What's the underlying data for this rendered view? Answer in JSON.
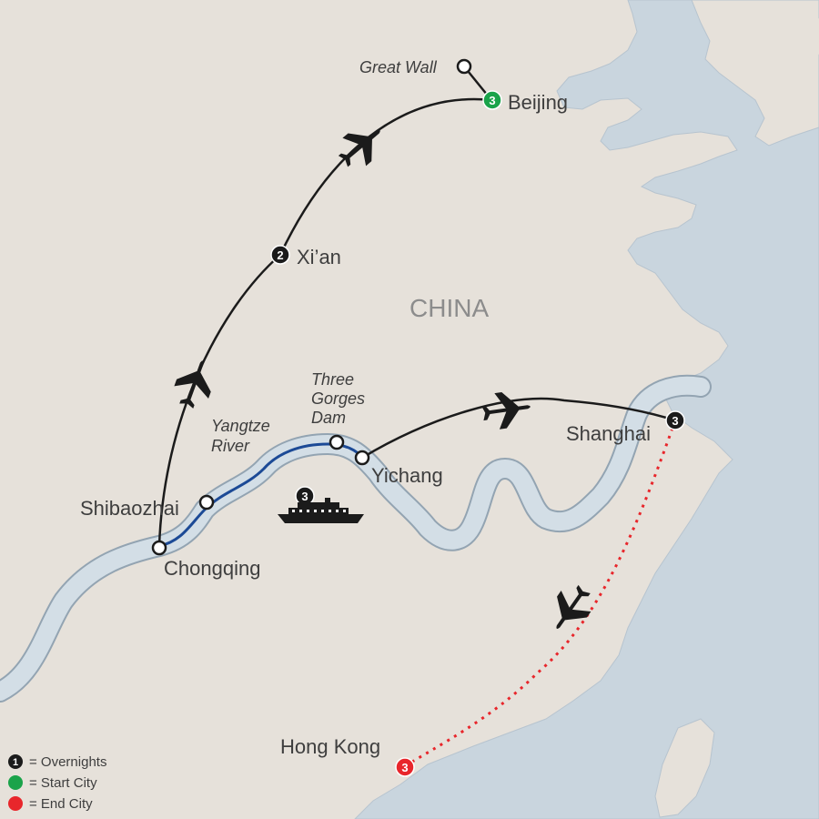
{
  "colors": {
    "land": "#e6e1da",
    "water": "#c9d5de",
    "river_fill": "#d3dee6",
    "river_edge": "#93a4b2",
    "route": "#1b1b1b",
    "cruise": "#1c4a96",
    "start": "#1aa34a",
    "end": "#e8262b",
    "overnight": "#1b1b1b"
  },
  "country": "CHINA",
  "cities": [
    {
      "id": "beijing",
      "label": "Beijing",
      "nights": "3",
      "kind": "start"
    },
    {
      "id": "xian",
      "label": "Xi’an",
      "nights": "2",
      "kind": "overnight"
    },
    {
      "id": "chongqing",
      "label": "Chongqing",
      "nights": "",
      "kind": "stop"
    },
    {
      "id": "shibaozhai",
      "label": "Shibaozhai",
      "nights": "",
      "kind": "stop"
    },
    {
      "id": "yichang",
      "label": "Yichang",
      "nights": "",
      "kind": "stop"
    },
    {
      "id": "shanghai",
      "label": "Shanghai",
      "nights": "3",
      "kind": "overnight"
    },
    {
      "id": "hongkong",
      "label": "Hong Kong",
      "nights": "3",
      "kind": "end"
    }
  ],
  "sites": {
    "great_wall": "Great Wall",
    "three_gorges_line1": "Three",
    "three_gorges_line2": "Gorges",
    "three_gorges_line3": "Dam",
    "yangtze_line1": "Yangtze",
    "yangtze_line2": "River"
  },
  "cruise": {
    "nights": "3",
    "icon": "cruise-ship-icon"
  },
  "legend": [
    {
      "marker": "1",
      "kind": "overnight",
      "label": "= Overnights"
    },
    {
      "marker": "",
      "kind": "start",
      "label": "= Start City"
    },
    {
      "marker": "",
      "kind": "end",
      "label": "= End City"
    }
  ],
  "icons": {
    "flight": "airplane-icon"
  }
}
